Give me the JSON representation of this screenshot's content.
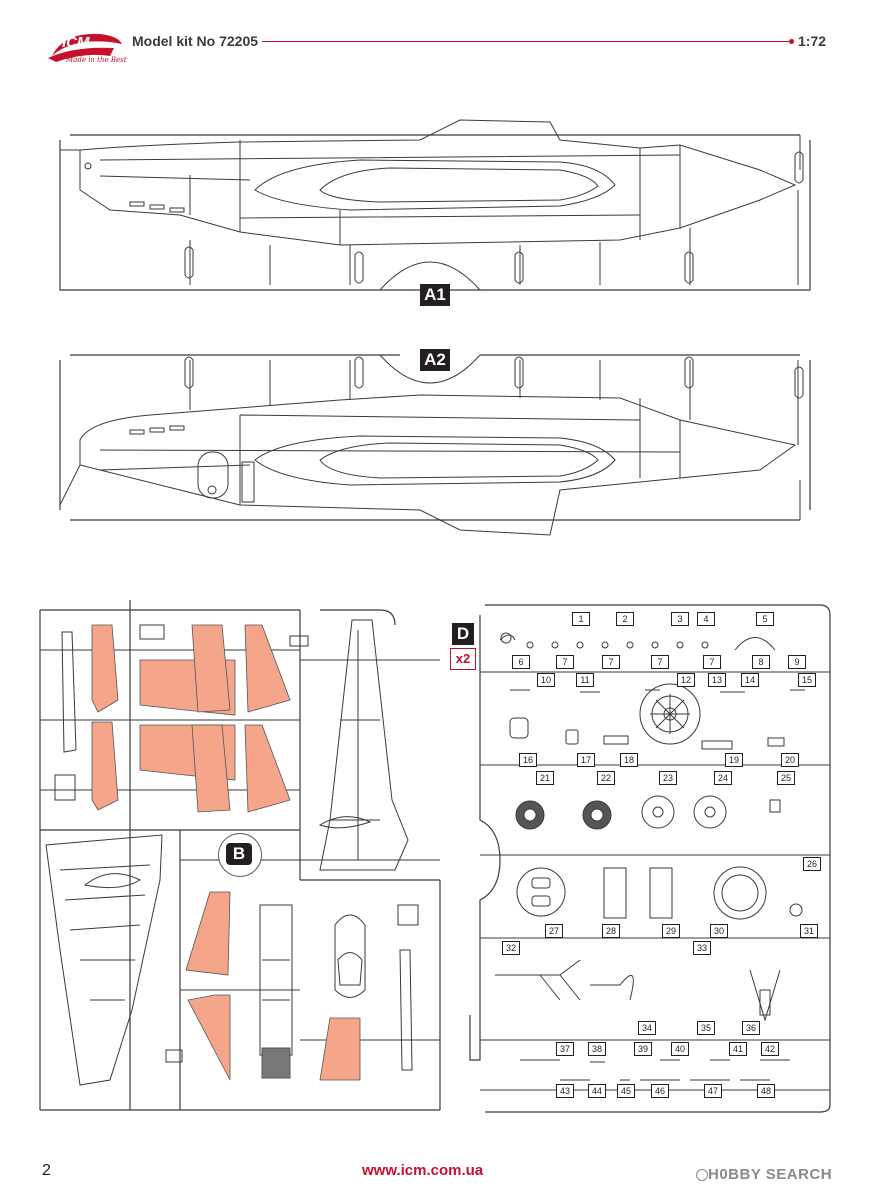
{
  "header": {
    "brand": "ICM",
    "slogan": "Made in the Best",
    "title": "Model kit No 72205",
    "scale": "1:72"
  },
  "sprues": {
    "a1": "A1",
    "a2": "A2",
    "b": "B",
    "d": "D",
    "d_quantity": "x2"
  },
  "parts": [
    "1",
    "2",
    "3",
    "4",
    "5",
    "6",
    "7",
    "7",
    "7",
    "7",
    "8",
    "9",
    "10",
    "11",
    "12",
    "13",
    "14",
    "15",
    "16",
    "17",
    "18",
    "19",
    "20",
    "21",
    "22",
    "23",
    "24",
    "25",
    "26",
    "27",
    "28",
    "29",
    "30",
    "31",
    "32",
    "33",
    "34",
    "35",
    "36",
    "37",
    "38",
    "39",
    "40",
    "41",
    "42",
    "43",
    "44",
    "45",
    "46",
    "47",
    "48"
  ],
  "footer": {
    "page_number": "2",
    "url": "www.icm.com.ua",
    "watermark": "H0BBY SEARCH"
  },
  "colors": {
    "accent": "#c8102e",
    "highlight_parts": "#f4a58a",
    "line": "#3a3a3a"
  },
  "icons": [
    "icm-logo-icon",
    "hobby-search-logo-icon"
  ]
}
